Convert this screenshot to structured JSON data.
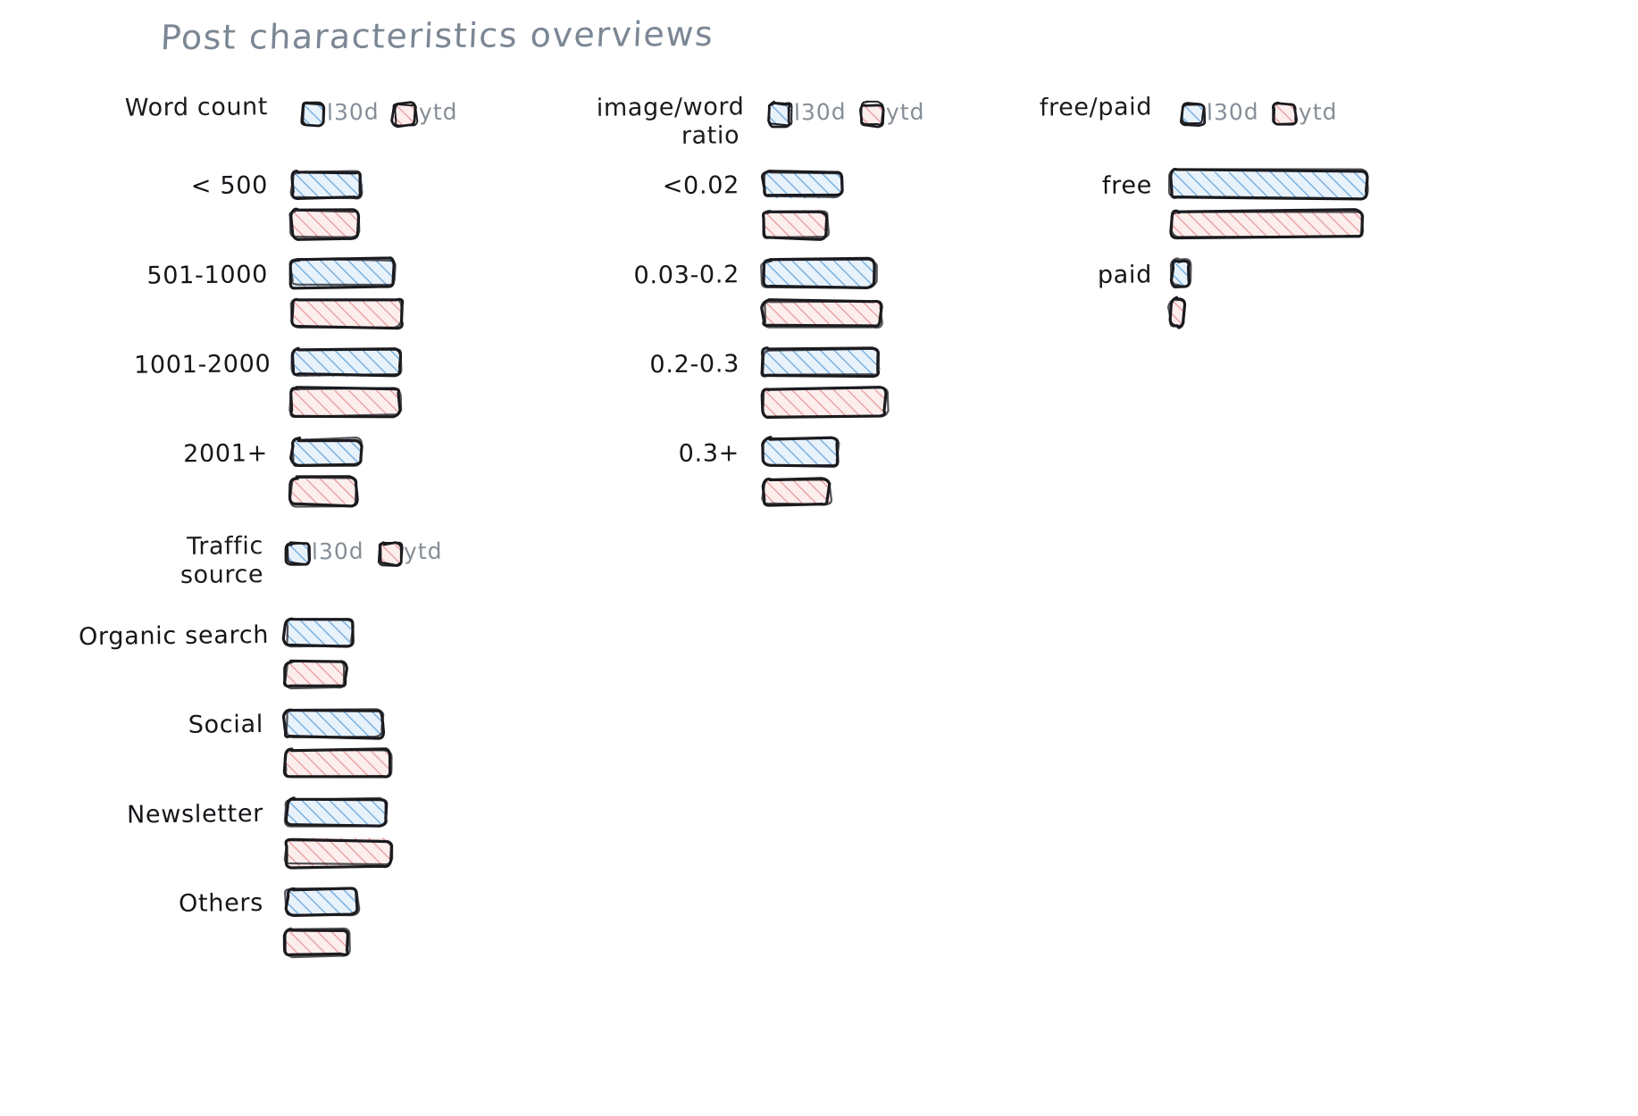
{
  "page": {
    "title": "Post characteristics overviews",
    "title_color": "#7b8794",
    "background": "#ffffff"
  },
  "legend_common": {
    "series": [
      {
        "key": "l30d",
        "label": "l30d",
        "swatch": "blue-hatched-square-icon",
        "color": "#6ca8dd",
        "fill": "#e8f2fb"
      },
      {
        "key": "ytd",
        "label": "ytd",
        "swatch": "pink-hatched-square-icon",
        "color": "#e79a9a",
        "fill": "#fdeeee"
      }
    ],
    "label_color": "#868e96",
    "stroke_color": "#1b1b1f"
  },
  "chart_data": [
    {
      "id": "word-count",
      "type": "bar",
      "title": "Word count",
      "title_lines": [
        "Word count"
      ],
      "orientation": "horizontal",
      "legend": [
        "l30d",
        "ytd"
      ],
      "categories": [
        "< 500",
        "501-1000",
        "1001-2000",
        "2001+"
      ],
      "series": [
        {
          "name": "l30d",
          "values": [
            80,
            116,
            122,
            78
          ]
        },
        {
          "name": "ytd",
          "values": [
            74,
            124,
            120,
            74
          ]
        }
      ],
      "value_unit": "bar-length-px",
      "xlabel": "",
      "ylabel": "",
      "grid": false,
      "legend_position": "top-right"
    },
    {
      "id": "image-word-ratio",
      "type": "bar",
      "title": "image/word ratio",
      "title_lines": [
        "image/word",
        "ratio"
      ],
      "orientation": "horizontal",
      "legend": [
        "l30d",
        "ytd"
      ],
      "categories": [
        "<0.02",
        "0.03-0.2",
        "0.2-0.3",
        "0.3+"
      ],
      "series": [
        {
          "name": "l30d",
          "values": [
            88,
            125,
            130,
            85
          ]
        },
        {
          "name": "ytd",
          "values": [
            72,
            133,
            138,
            75
          ]
        }
      ],
      "value_unit": "bar-length-px",
      "xlabel": "",
      "ylabel": "",
      "grid": false,
      "legend_position": "top-right"
    },
    {
      "id": "free-paid",
      "type": "bar",
      "title": "free/paid",
      "title_lines": [
        "free/paid"
      ],
      "orientation": "horizontal",
      "legend": [
        "l30d",
        "ytd"
      ],
      "categories": [
        "free",
        "paid"
      ],
      "series": [
        {
          "name": "l30d",
          "values": [
            220,
            22
          ]
        },
        {
          "name": "ytd",
          "values": [
            216,
            16
          ]
        }
      ],
      "value_unit": "bar-length-px",
      "xlabel": "",
      "ylabel": "",
      "grid": false,
      "legend_position": "top-right"
    },
    {
      "id": "traffic-source",
      "type": "bar",
      "title": "Traffic source",
      "title_lines": [
        "Traffic",
        "source"
      ],
      "orientation": "horizontal",
      "legend": [
        "l30d",
        "ytd"
      ],
      "categories": [
        "Organic search",
        "Social",
        "Newsletter",
        "Others"
      ],
      "series": [
        {
          "name": "l30d",
          "values": [
            74,
            110,
            112,
            80
          ]
        },
        {
          "name": "ytd",
          "values": [
            66,
            118,
            118,
            70
          ]
        }
      ],
      "value_unit": "bar-length-px",
      "xlabel": "",
      "ylabel": "",
      "grid": false,
      "legend_position": "top-right"
    }
  ]
}
